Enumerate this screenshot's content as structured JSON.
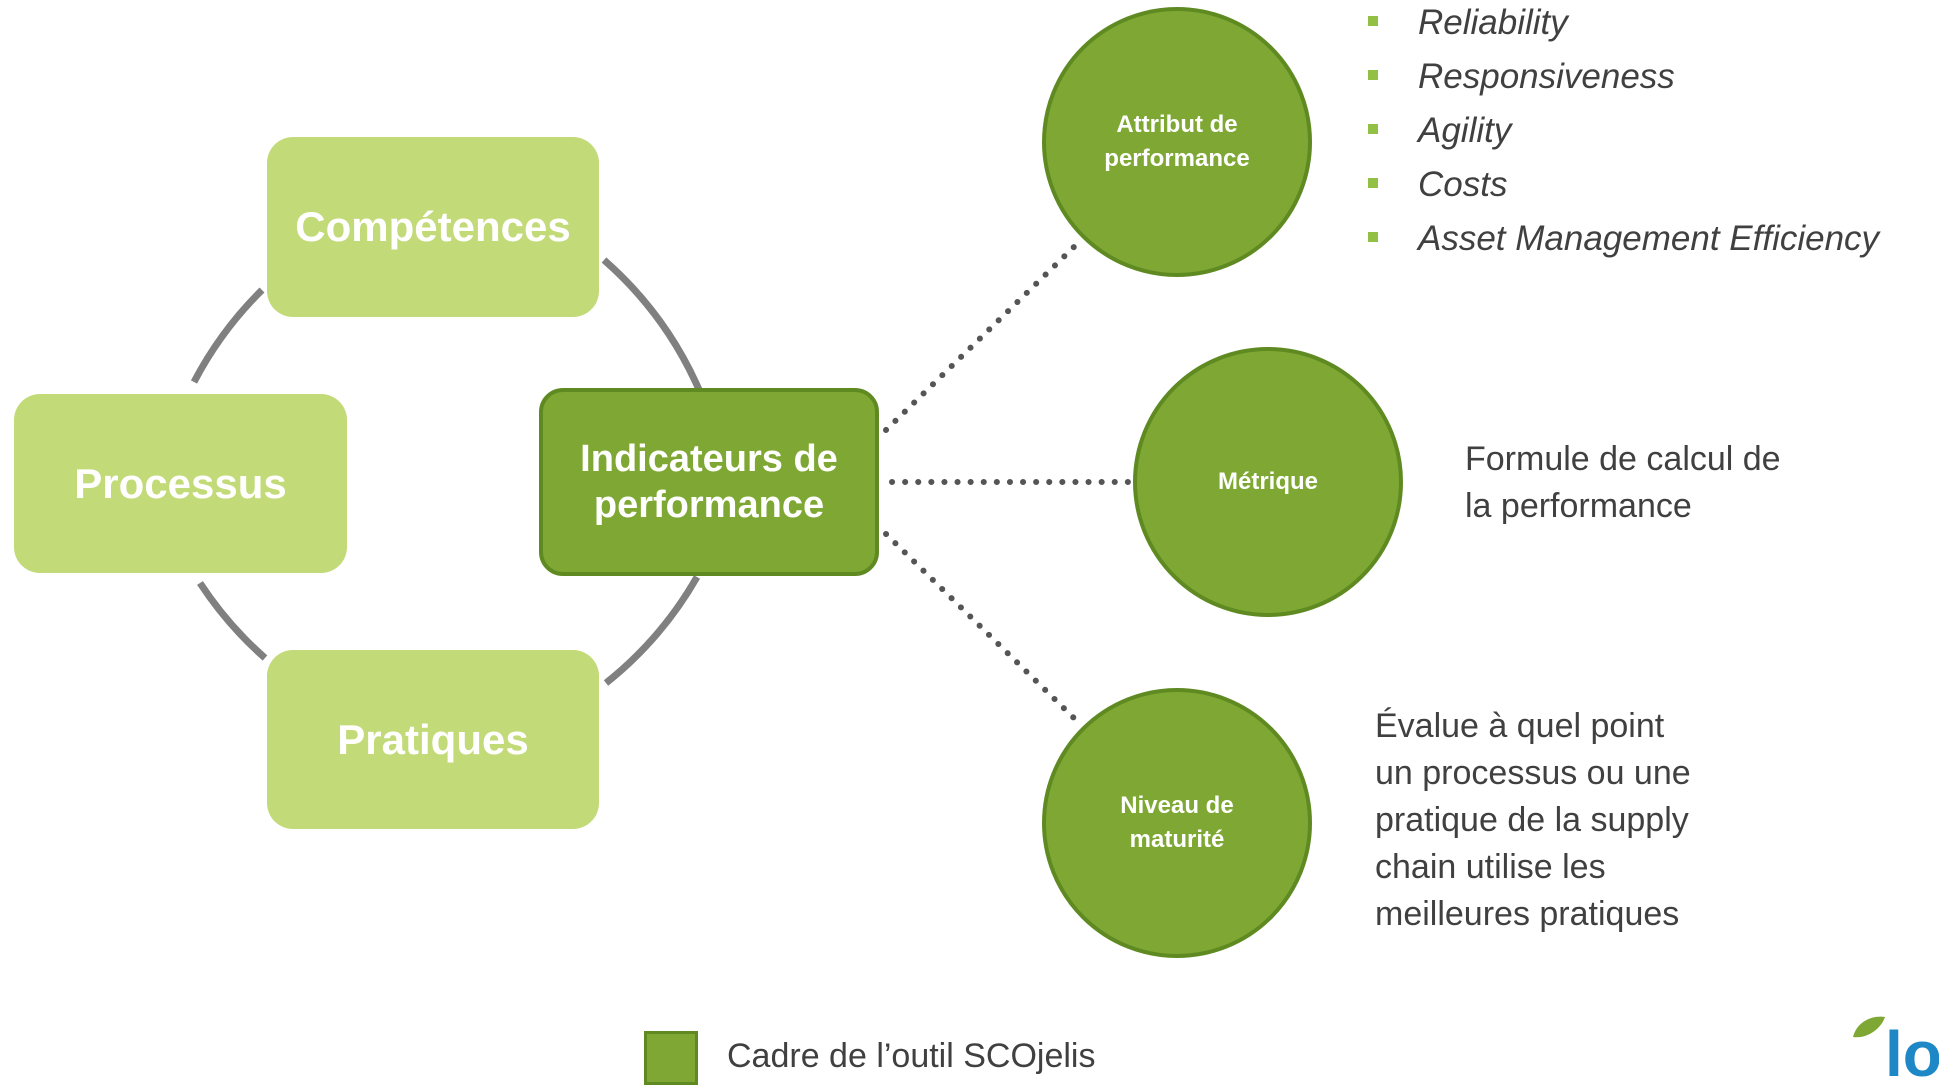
{
  "colors": {
    "light_green": "#c3da78",
    "dark_green": "#7ea833",
    "border_green": "#5f8a22",
    "ring_gray": "#808080",
    "dots": "#555555",
    "bullet": "#92c045",
    "text": "#404040",
    "logo_blue": "#1e88c7"
  },
  "cycle": {
    "top": "Compétences",
    "left": "Processus",
    "bottom": "Pratiques"
  },
  "center": {
    "line1": "Indicateurs de",
    "line2": "performance"
  },
  "circles": {
    "attribut": {
      "line1": "Attribut de",
      "line2": "performance"
    },
    "metrique": {
      "line1": "Métrique"
    },
    "niveau": {
      "line1": "Niveau de",
      "line2": "maturité"
    }
  },
  "attributes": [
    "Reliability",
    "Responsiveness",
    "Agility",
    "Costs",
    "Asset Management Efficiency"
  ],
  "metrique_desc": {
    "line1": "Formule de calcul de",
    "line2": "la performance"
  },
  "maturite_desc": {
    "line1": "Évalue à quel point",
    "line2": "un processus ou une",
    "line3": "pratique de la supply",
    "line4": "chain utilise les",
    "line5": "meilleures pratiques"
  },
  "legend": {
    "label": "Cadre de l’outil SCOjelis"
  },
  "logo": {
    "text": "lo"
  }
}
